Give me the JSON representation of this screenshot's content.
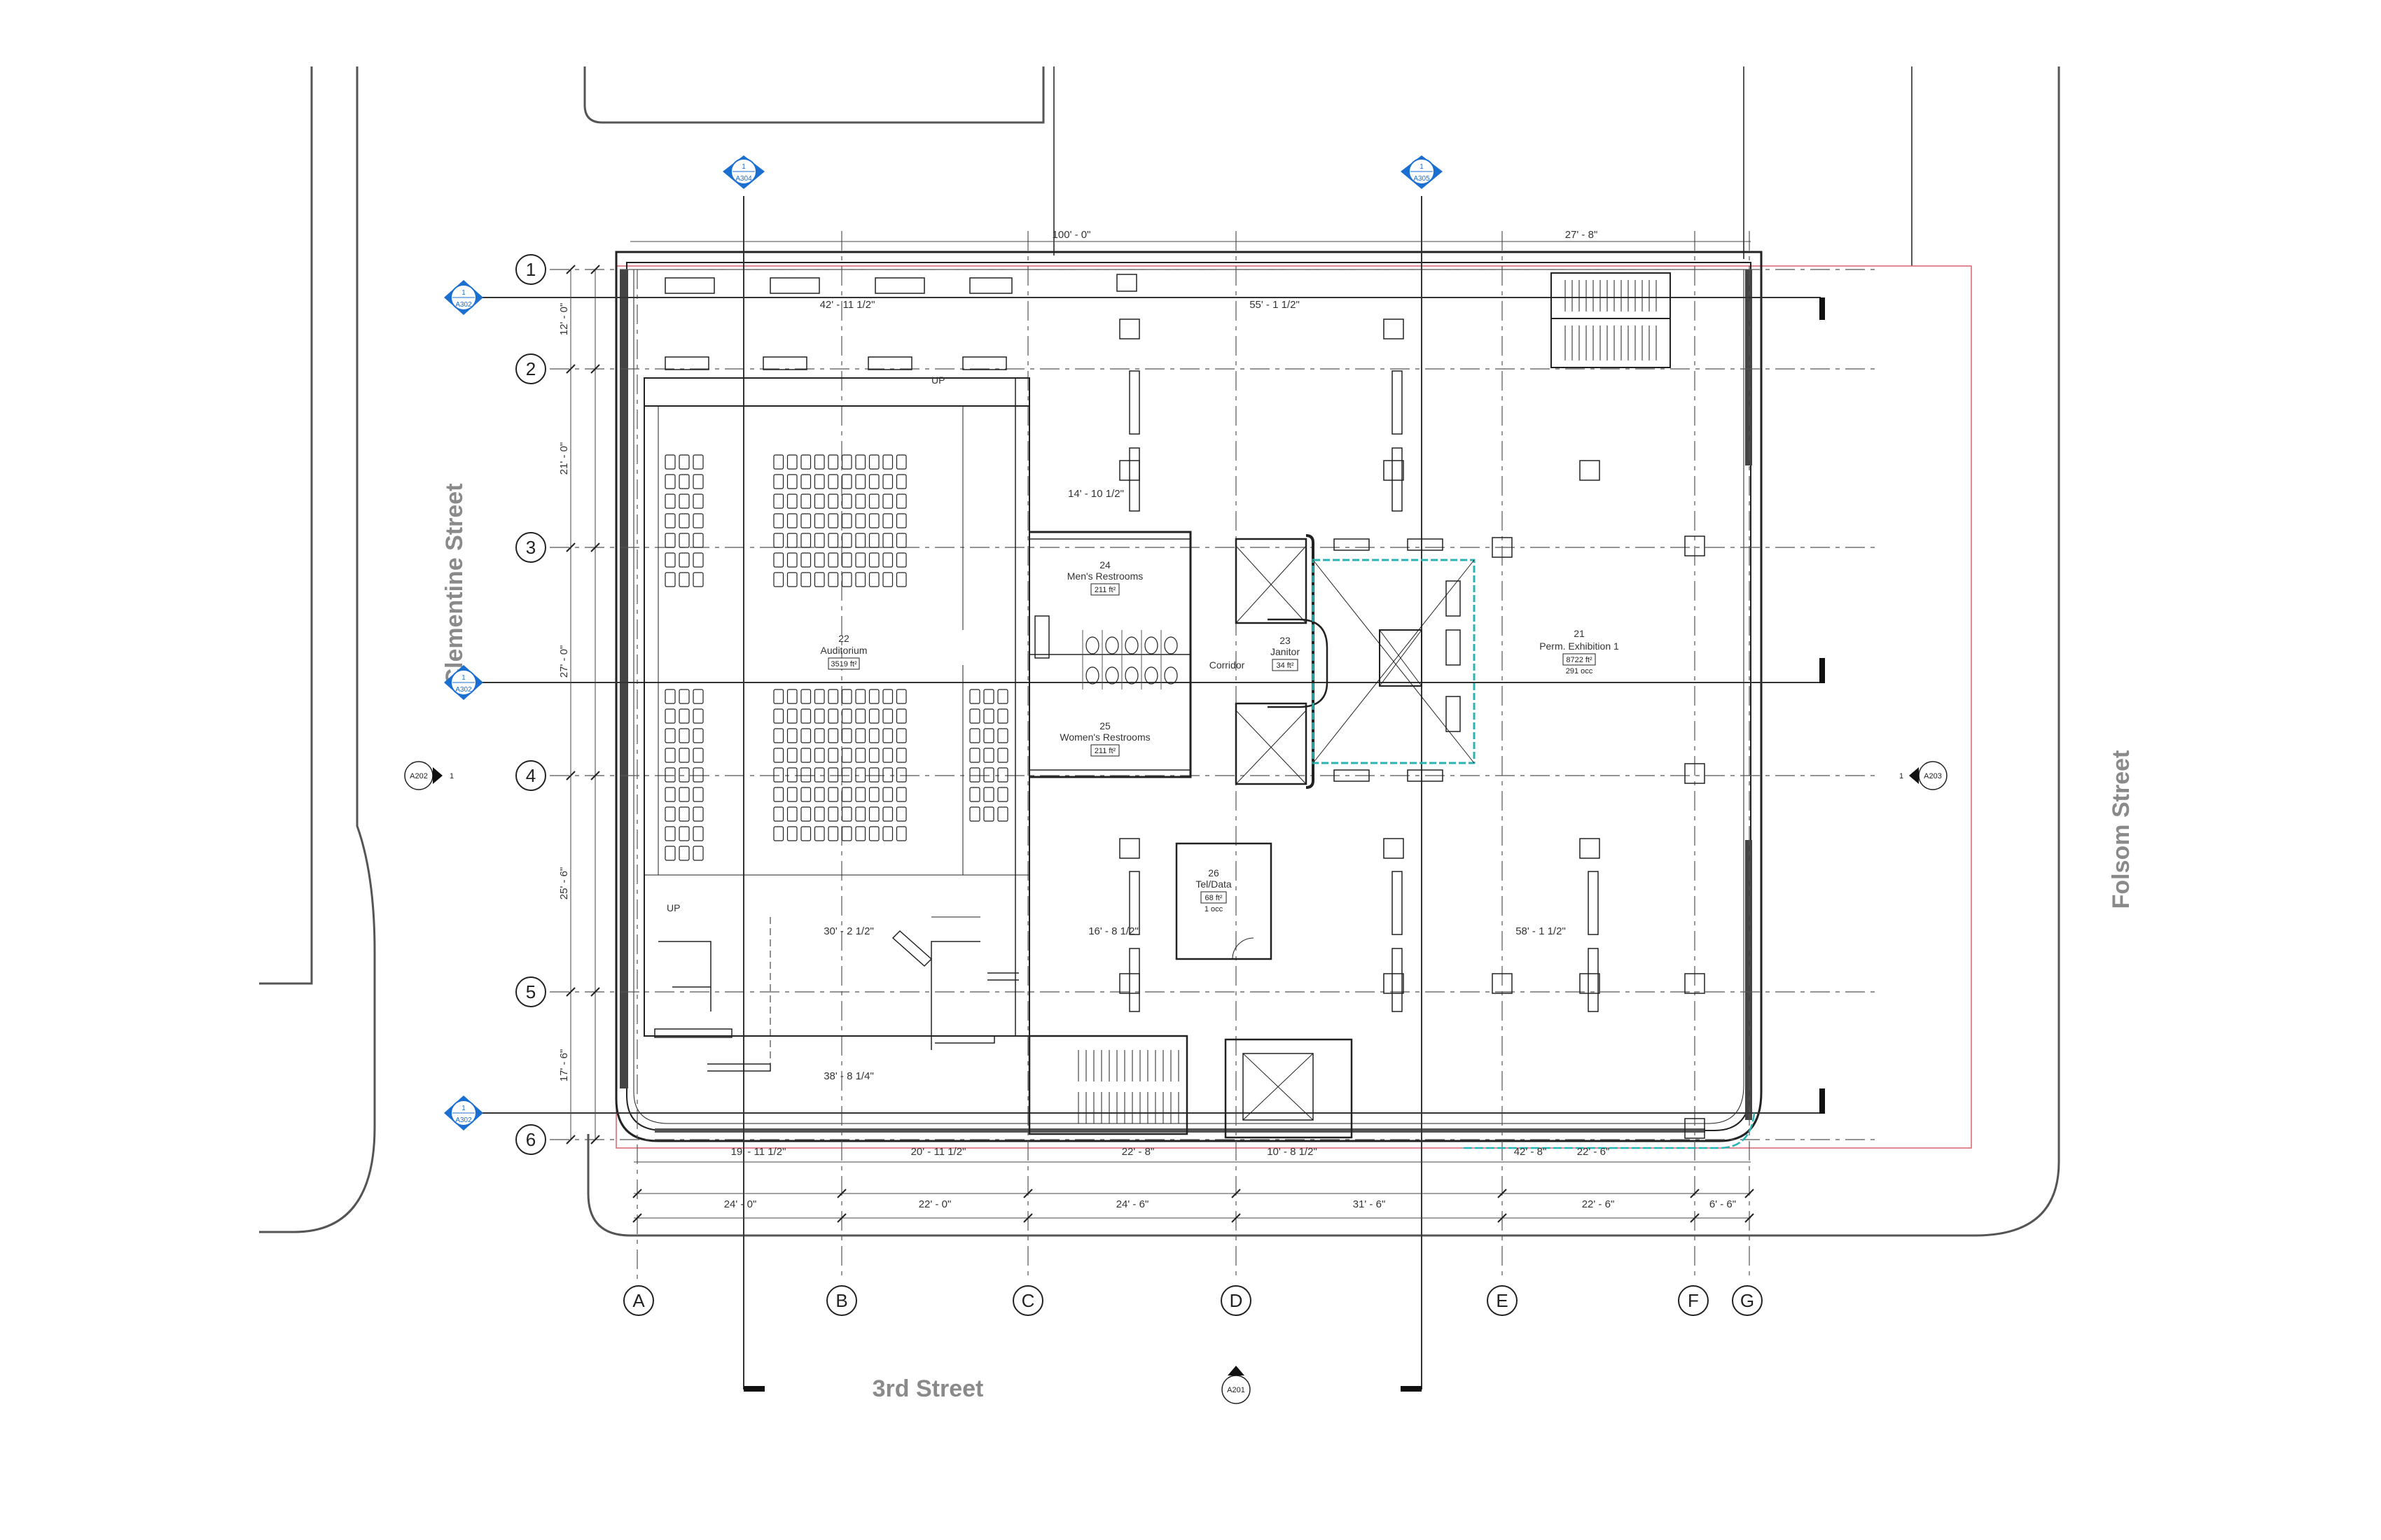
{
  "streets": {
    "west": "Clementine Street",
    "east": "Folsom Street",
    "south": "3rd Street"
  },
  "grid": {
    "columns": [
      "A",
      "B",
      "C",
      "D",
      "E",
      "F",
      "G"
    ],
    "rows": [
      "1",
      "2",
      "3",
      "4",
      "5",
      "6"
    ]
  },
  "dimensions": {
    "bottom_bays": [
      "24' - 0\"",
      "22' - 0\"",
      "24' - 6\"",
      "31' - 6\"",
      "22' - 6\"",
      "6' - 6\""
    ],
    "left_bays": [
      "12' - 0\"",
      "21' - 0\"",
      "27' - 0\"",
      "25' - 6\"",
      "17' - 6\""
    ],
    "top_overall": "100' - 0\"",
    "top_right": "27' - 8\"",
    "mid_42": "42' - 11 1/2\"",
    "mid_55": "55' - 1 1/2\"",
    "seating_30": "30' - 2 1/2\"",
    "seating_38": "38' - 8 1/4\"",
    "open_16": "16' - 8 1/2\"",
    "open_58": "58' - 1 1/2\"",
    "restroom_14": "14' - 10 1/2\"",
    "bottom_19": "19' - 11 1/2\"",
    "bottom_20": "20' - 11 1/2\"",
    "bottom_22": "22' - 8\"",
    "bottom_10": "10' - 8 1/2\"",
    "bottom_42": "42' - 8\"",
    "bottom_226": "22' - 6\""
  },
  "rooms": [
    {
      "number": "22",
      "name": "Auditorium",
      "area": "3519 ft²"
    },
    {
      "number": "24",
      "name": "Men's Restrooms",
      "area": "211 ft²"
    },
    {
      "number": "23",
      "name": "Janitor",
      "area": "34 ft²"
    },
    {
      "number": "",
      "name": "Corridor",
      "area": ""
    },
    {
      "number": "25",
      "name": "Women's Restrooms",
      "area": "211 ft²"
    },
    {
      "number": "26",
      "name": "Tel/Data",
      "area": "68 ft²"
    },
    {
      "number": "21",
      "name": "Perm. Exhibition 1",
      "area": "8722 ft²"
    }
  ],
  "occupancy": {
    "tel_data": "1 occ",
    "exhibition": "291 occ"
  },
  "stair_labels": {
    "up_top": "UP",
    "up_stage": "UP"
  },
  "section_tags": [
    {
      "num": "1",
      "sheet": "A304"
    },
    {
      "num": "1",
      "sheet": "A305"
    },
    {
      "num": "1",
      "sheet": "A302"
    },
    {
      "num": "1",
      "sheet": "A302"
    },
    {
      "num": "1",
      "sheet": "A302"
    }
  ],
  "elevation_tags": {
    "west": "A202",
    "west_num": "1",
    "east": "A203",
    "east_num": "1",
    "south": "A201"
  },
  "colors": {
    "line": "#222222",
    "light_line": "#777777",
    "tag_blue": "#1a6fd0",
    "teal": "#2bb3b3",
    "property_red": "#d9646e",
    "street_text": "#8a8a8a"
  }
}
